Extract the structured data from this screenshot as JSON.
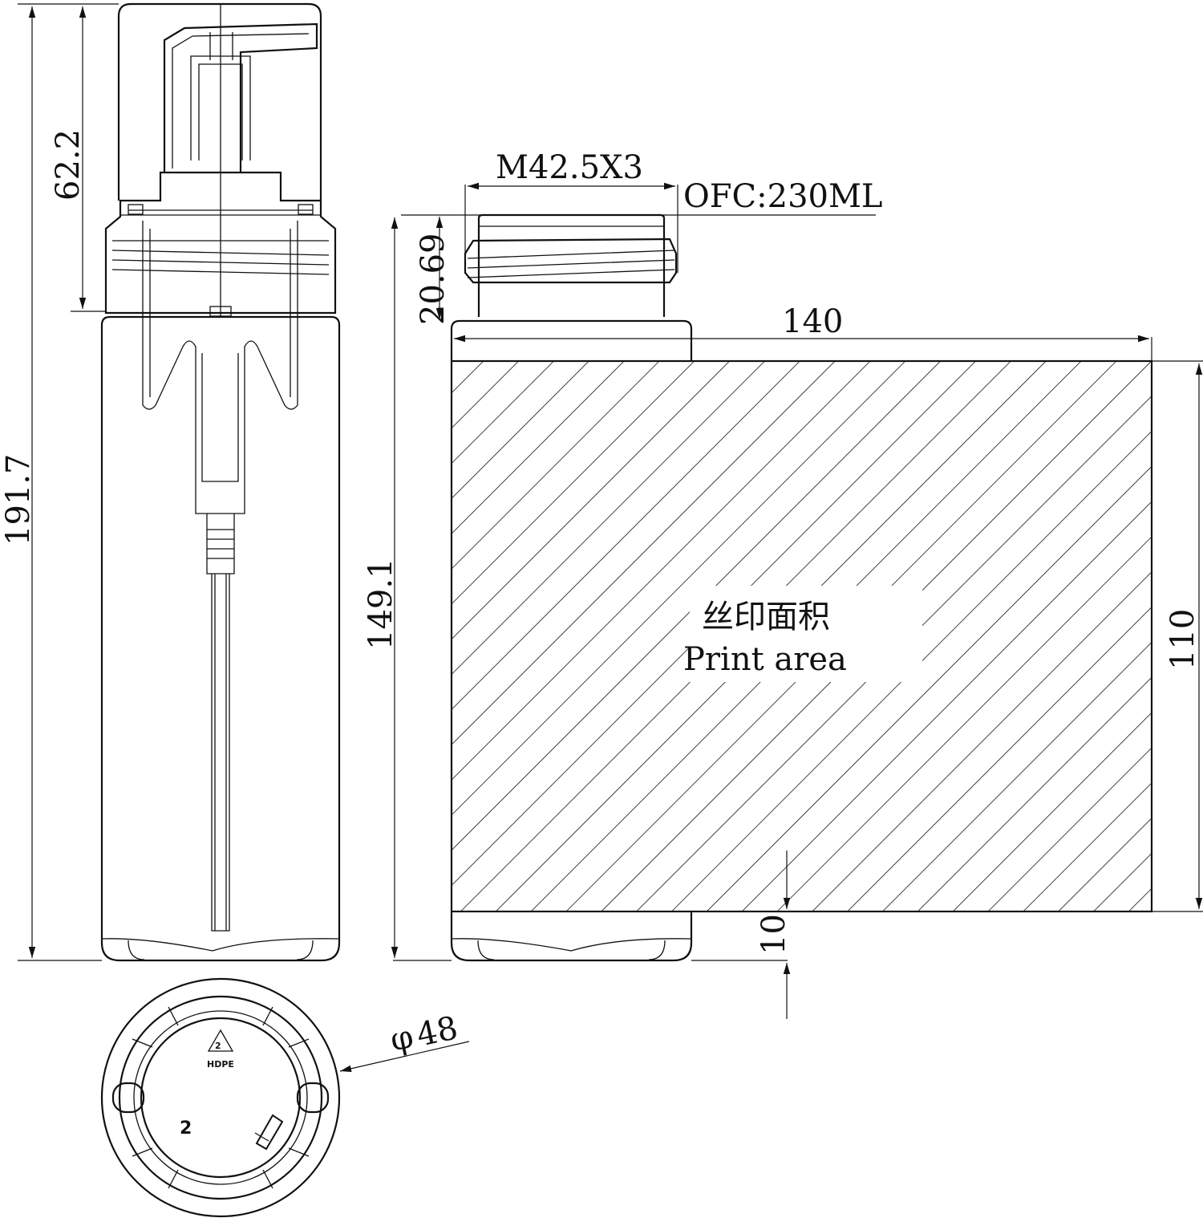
{
  "dimensions": {
    "overall_height": "191.7",
    "pump_height": "62.2",
    "thread": "M42.5X3",
    "capacity": "OFC:230ML",
    "neck_height": "20.69",
    "bottle_height": "149.1",
    "width": "140",
    "print_height": "110",
    "bottom_offset": "10",
    "diameter": "48"
  },
  "labels": {
    "print_area_cn": "丝印面积",
    "print_area_en": "Print area",
    "recycle_mark": "HDPE",
    "recycle_num": "2",
    "base_num": "2"
  },
  "diameter_symbol": "φ"
}
